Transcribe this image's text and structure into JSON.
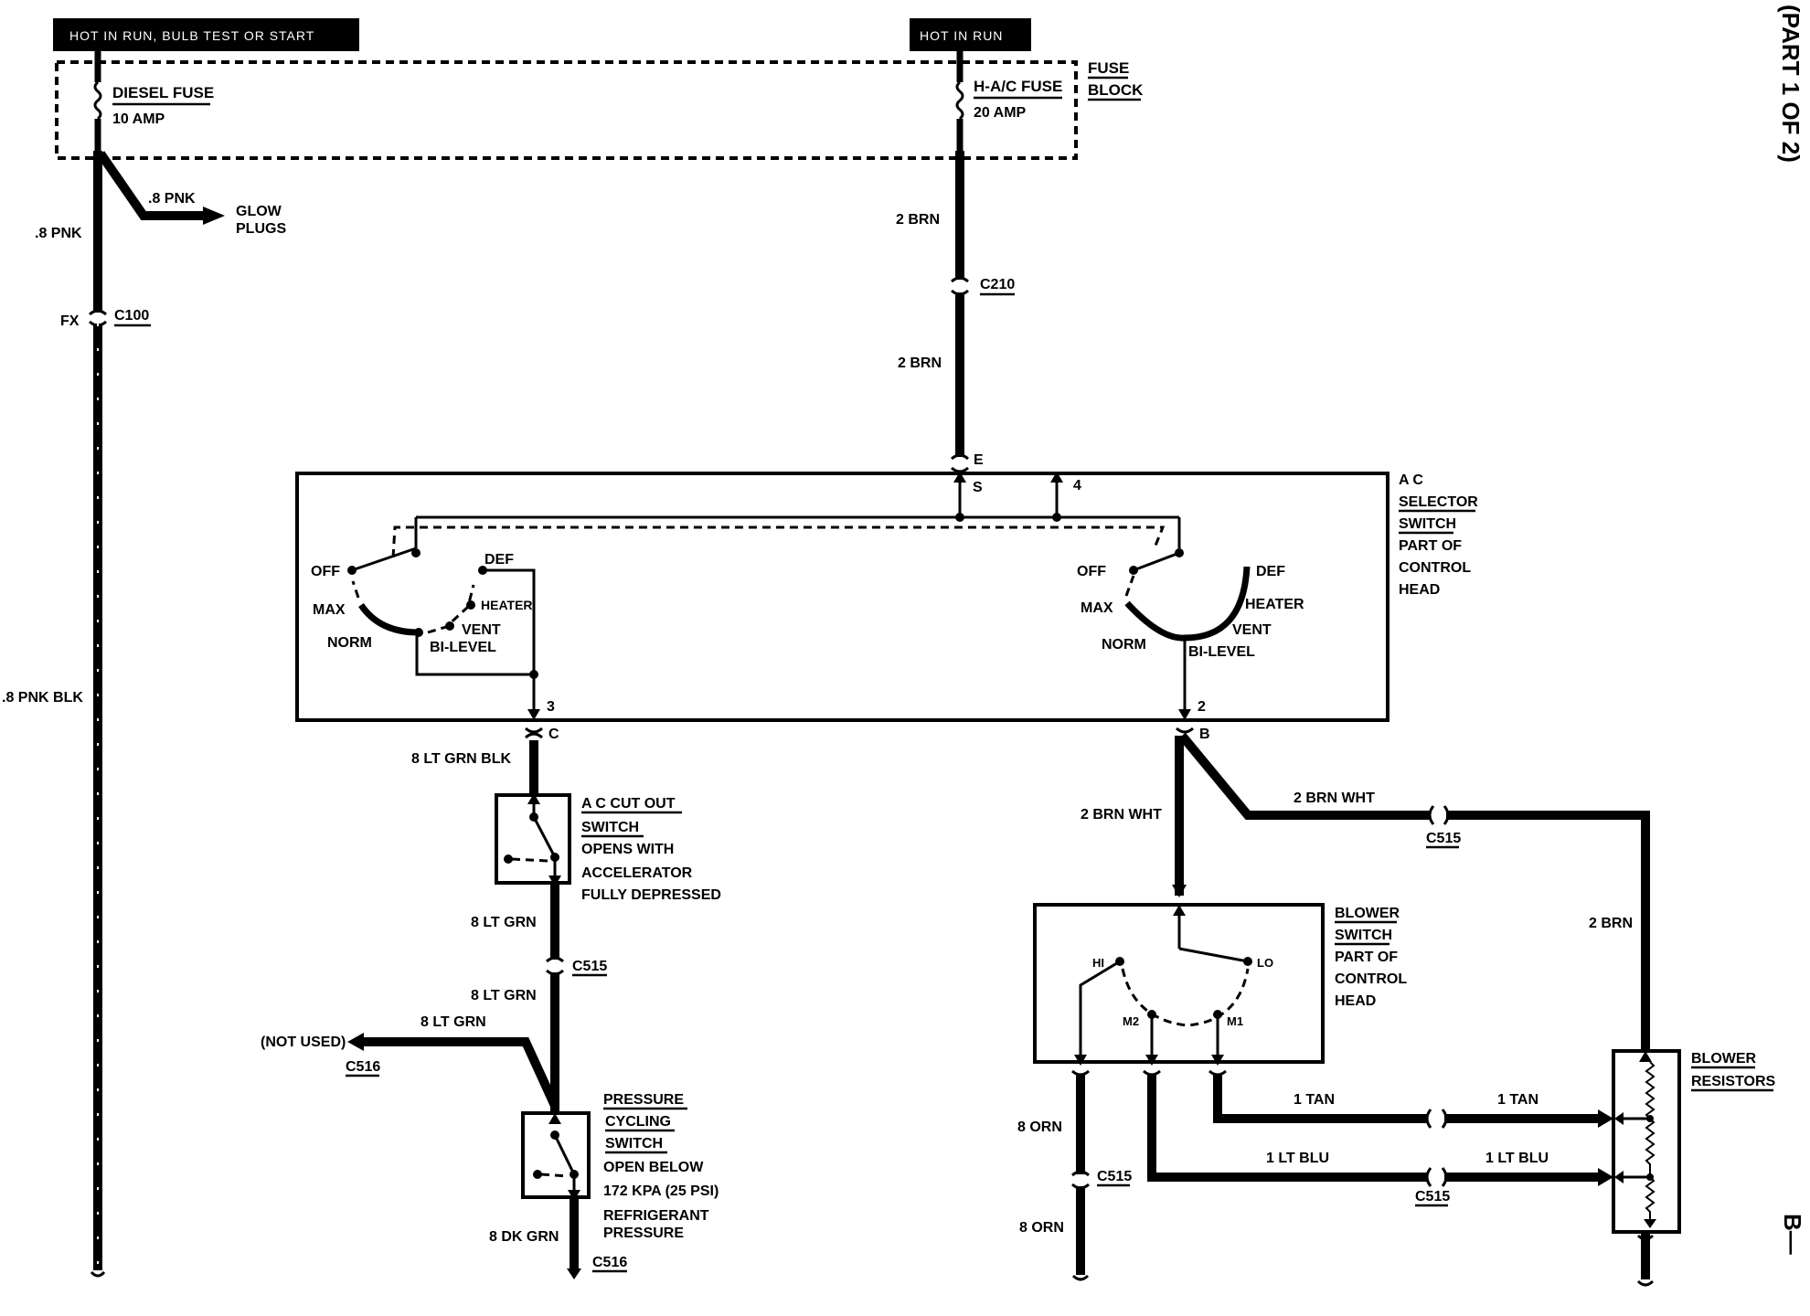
{
  "banners": {
    "left": "HOT IN RUN, BULB TEST OR START",
    "right": "HOT IN RUN"
  },
  "side_text": {
    "part": "(PART 1 OF 2)",
    "continuation": "B—"
  },
  "fuse_block": {
    "label_line1": "FUSE",
    "label_line2": "BLOCK",
    "diesel_fuse": "DIESEL FUSE",
    "diesel_rating": "10 AMP",
    "hac_fuse": "H-A/C FUSE",
    "hac_rating": "20 AMP"
  },
  "wires": {
    "pnk_top": ".8 PNK",
    "pnk_left": ".8 PNK",
    "pnk_blk": ".8 PNK BLK",
    "brn_1": "2 BRN",
    "brn_2": "2 BRN",
    "lt_grn_blk": "8 LT GRN BLK",
    "lt_grn_1": "8 LT GRN",
    "lt_grn_2": "8 LT GRN",
    "lt_grn_3": "8 LT GRN",
    "dk_grn": "8 DK GRN",
    "brn_wht_1": "2 BRN WHT",
    "brn_wht_2": "2 BRN WHT",
    "brn_right": "2 BRN",
    "orn_1": "8 ORN",
    "orn_2": "8 ORN",
    "tan_1": "1 TAN",
    "tan_2": "1 TAN",
    "lt_blu_1": "1 LT BLU",
    "lt_blu_2": "1 LT BLU"
  },
  "components": {
    "glow_plugs_1": "GLOW",
    "glow_plugs_2": "PLUGS",
    "selector": [
      "A C",
      "SELECTOR",
      "SWITCH",
      "PART OF",
      "CONTROL",
      "HEAD"
    ],
    "cutout": [
      "A C CUT OUT",
      "SWITCH",
      "OPENS WITH",
      "ACCELERATOR",
      "FULLY DEPRESSED"
    ],
    "pressure": [
      "PRESSURE",
      "CYCLING",
      "SWITCH",
      "OPEN BELOW",
      "172 KPA (25 PSI)",
      "REFRIGERANT",
      "PRESSURE"
    ],
    "blower_switch": [
      "BLOWER",
      "SWITCH",
      "PART OF",
      "CONTROL",
      "HEAD"
    ],
    "blower_resistors": [
      "BLOWER",
      "RESISTORS"
    ],
    "not_used": "(NOT USED)"
  },
  "connectors": {
    "fx": "FX",
    "c100": "C100",
    "c210": "C210",
    "c515_a": "C515",
    "c515_b": "C515",
    "c515_c": "C515",
    "c515_d": "C515",
    "c516_a": "C516",
    "c516_b": "C516"
  },
  "pins": {
    "e": "E",
    "s": "S",
    "four": "4",
    "three": "3",
    "c": "C",
    "two": "2",
    "b": "B"
  },
  "selector_left": {
    "off": "OFF",
    "def": "DEF",
    "max": "MAX",
    "heater": "HEATER",
    "vent": "VENT",
    "norm": "NORM",
    "bilevel": "BI-LEVEL"
  },
  "selector_right": {
    "off": "OFF",
    "def": "DEF",
    "max": "MAX",
    "heater": "HEATER",
    "vent": "VENT",
    "norm": "NORM",
    "bilevel": "BI-LEVEL"
  },
  "blower_positions": {
    "hi": "HI",
    "lo": "LO",
    "m2": "M2",
    "m1": "M1"
  }
}
